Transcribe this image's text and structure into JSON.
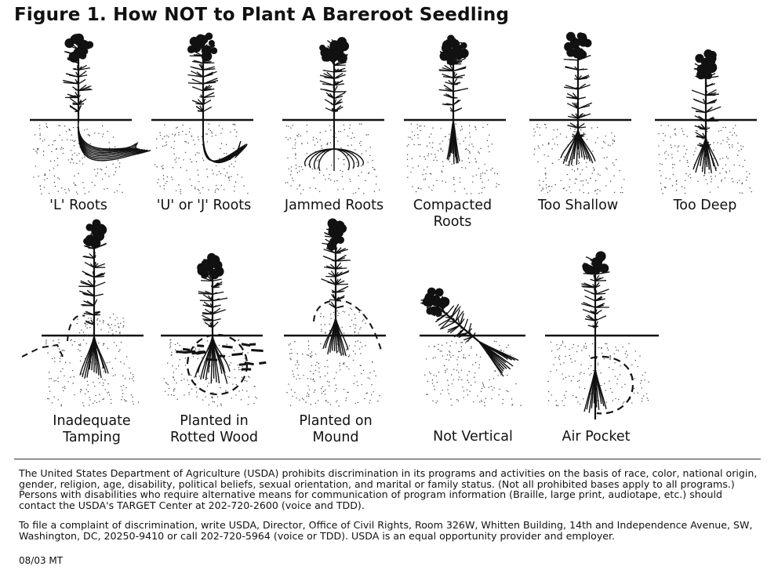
{
  "title": "Figure 1. How NOT to Plant A Bareroot Seedling",
  "row1": [
    {
      "line1": "'L' Roots",
      "line2": ""
    },
    {
      "line1": "'U' or 'J' Roots",
      "line2": ""
    },
    {
      "line1": "Jammed Roots",
      "line2": ""
    },
    {
      "line1": "Compacted",
      "line2": "Roots"
    },
    {
      "line1": "Too Shallow",
      "line2": ""
    },
    {
      "line1": "Too Deep",
      "line2": ""
    }
  ],
  "row2": [
    {
      "line1": "Inadequate",
      "line2": "Tamping"
    },
    {
      "line1": "Planted in",
      "line2": "Rotted Wood"
    },
    {
      "line1": "Planted on",
      "line2": "Mound"
    },
    {
      "line1": "Not Vertical",
      "line2": ""
    },
    {
      "line1": "Air Pocket",
      "line2": ""
    }
  ],
  "footer": {
    "para1": "The United States Department of Agriculture (USDA) prohibits discrimination in its programs and activities on the basis of race, color, national origin, gender, religion, age, disability, political beliefs, sexual orientation, and marital or family status. (Not all prohibited bases apply to all programs.) Persons with disabilities who require alternative means for communication of program information (Braille, large print, audiotape, etc.) should contact the USDA's TARGET Center at 202-720-2600 (voice and TDD).",
    "para2": "To file a complaint of discrimination, write USDA, Director, Office of Civil Rights, Room 326W, Whitten Building, 14th and Independence Avenue, SW, Washington, DC, 20250-9410 or call 202-720-5964 (voice or TDD). USDA is an equal opportunity provider and employer.",
    "code": "08/03 MT"
  }
}
